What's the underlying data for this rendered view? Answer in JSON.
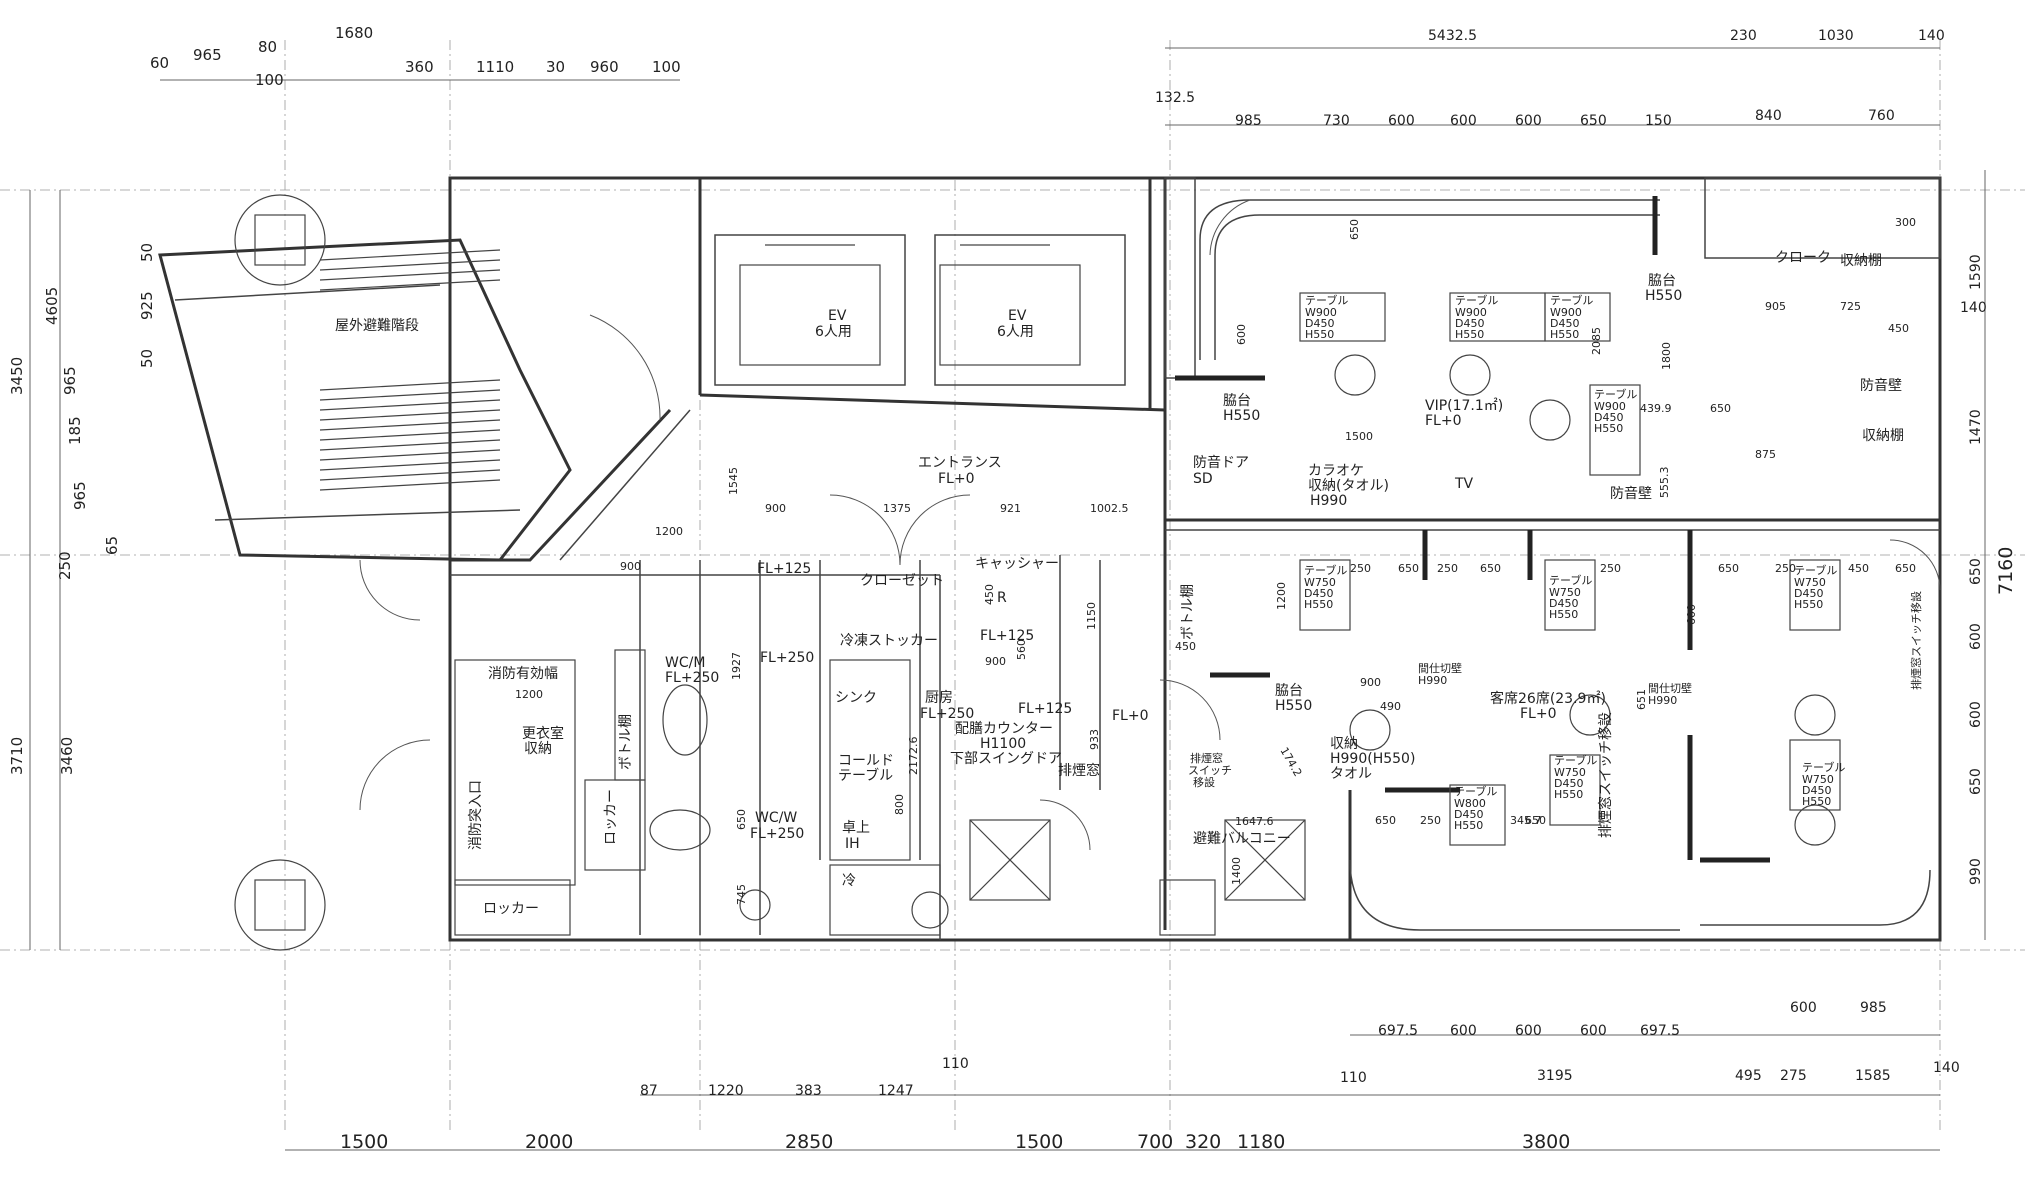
{
  "top_dims": [
    "1680",
    "60",
    "965",
    "80",
    "100",
    "360",
    "1110",
    "30",
    "960",
    "100"
  ],
  "right_top_dims": [
    "5432.5",
    "230",
    "1030",
    "140",
    "132.5"
  ],
  "right_row2_dims": [
    "985",
    "730",
    "600",
    "600",
    "600",
    "650",
    "150",
    "840",
    "760"
  ],
  "left_dims_a": [
    "3450",
    "4605",
    "50",
    "925",
    "50",
    "965",
    "185",
    "965",
    "65",
    "250"
  ],
  "left_dims_b": [
    "3710",
    "3460"
  ],
  "bottom_dims": [
    "1500",
    "2000",
    "2850",
    "1500",
    "700",
    "320",
    "1180",
    "3800"
  ],
  "bottom_sub_dims": [
    "87",
    "1220",
    "383",
    "1247",
    "110",
    "110",
    "3195",
    "495",
    "275",
    "1585",
    "140"
  ],
  "balcony_bottom_dims": [
    "697.5",
    "600",
    "600",
    "600",
    "697.5",
    "600",
    "985"
  ],
  "right_side_dims": [
    "7160",
    "1590",
    "1470",
    "650",
    "600",
    "600",
    "650",
    "990",
    "140"
  ],
  "rooms": {
    "stairs": "屋外避難階段",
    "ev1": [
      "EV",
      "6人用"
    ],
    "ev2": [
      "EV",
      "6人用"
    ],
    "entrance": [
      "エントランス",
      "FL+0"
    ],
    "fire_zone": "消防有効幅",
    "locker_room": [
      "更衣室",
      "収納"
    ],
    "fire_entry": "消防突入口",
    "bottle": "ボトル棚",
    "locker_v": "ロッカー",
    "locker_h": "ロッカー",
    "wcm": [
      "WC/M",
      "FL+250"
    ],
    "wcw": [
      "WC/W",
      "FL+250"
    ],
    "fl250": "FL+250",
    "fl125_a": "FL+125",
    "fl125_b": "FL+125",
    "fl125_c": "FL+125",
    "closet": "クローゼット",
    "cashier": "キャッシャー",
    "r": "R",
    "freezer": "冷凍ストッカー",
    "sink": "シンク",
    "kitchen": [
      "厨房",
      "FL+250"
    ],
    "cold_table": [
      "コールド",
      "テーブル"
    ],
    "ih": [
      "卓上",
      "IH"
    ],
    "cold": "冷",
    "counter": [
      "配膳カウンター",
      "H1100",
      "下部スイングドア"
    ],
    "smoke_window": "排煙窓",
    "fl0": "FL+0",
    "soundproof_door": [
      "防音ドア",
      "SD"
    ],
    "side_table1": [
      "脇台",
      "H550"
    ],
    "side_table2": [
      "脇台",
      "H550"
    ],
    "side_table3": [
      "脇台",
      "H550"
    ],
    "vip": [
      "VIP(17.1㎡)",
      "FL+0"
    ],
    "karaoke": [
      "カラオケ",
      "収納(タオル)",
      "H990"
    ],
    "tv": "TV",
    "soundproof_wall1": "防音壁",
    "soundproof_wall2": "防音壁",
    "cloak": "クローク",
    "storage1": "収納棚",
    "storage2": "収納棚",
    "bottle2": "ボトル棚",
    "guest": [
      "客席26席(23.9㎡)",
      "FL+0"
    ],
    "partition1": [
      "間仕切壁",
      "H990"
    ],
    "partition2": [
      "間仕切壁",
      "H990"
    ],
    "storage_towel": [
      "収納",
      "H990(H550)",
      "タオル"
    ],
    "balcony": "避難バルコニー",
    "smoke_switch1": [
      "排煙窓",
      "スイッチ",
      "移設"
    ],
    "smoke_switch2": "排煙窓スイッチ移設",
    "smoke_switch3": "排煙窓スイッチ移設"
  },
  "tables": {
    "t900": [
      "テーブル",
      "W900",
      "D450",
      "H550"
    ],
    "t750": [
      "テーブル",
      "W750",
      "D450",
      "H550"
    ],
    "t800": [
      "テーブル",
      "W800",
      "D450",
      "H550"
    ]
  },
  "inner_dims": [
    "1545",
    "900",
    "1375",
    "921",
    "1002.5",
    "1200",
    "900",
    "450",
    "1927",
    "900",
    "450",
    "560",
    "1150",
    "2172.6",
    "933",
    "800",
    "650",
    "745",
    "1200",
    "174.2",
    "1647.6",
    "1400",
    "490",
    "900",
    "250",
    "650",
    "650",
    "345.7",
    "1500",
    "439.9",
    "650",
    "875",
    "905",
    "725",
    "450",
    "300",
    "600",
    "650",
    "250",
    "650",
    "250",
    "1200",
    "1800",
    "2085",
    "555.3",
    "650",
    "600",
    "250",
    "650",
    "250",
    "650",
    "450",
    "651"
  ]
}
